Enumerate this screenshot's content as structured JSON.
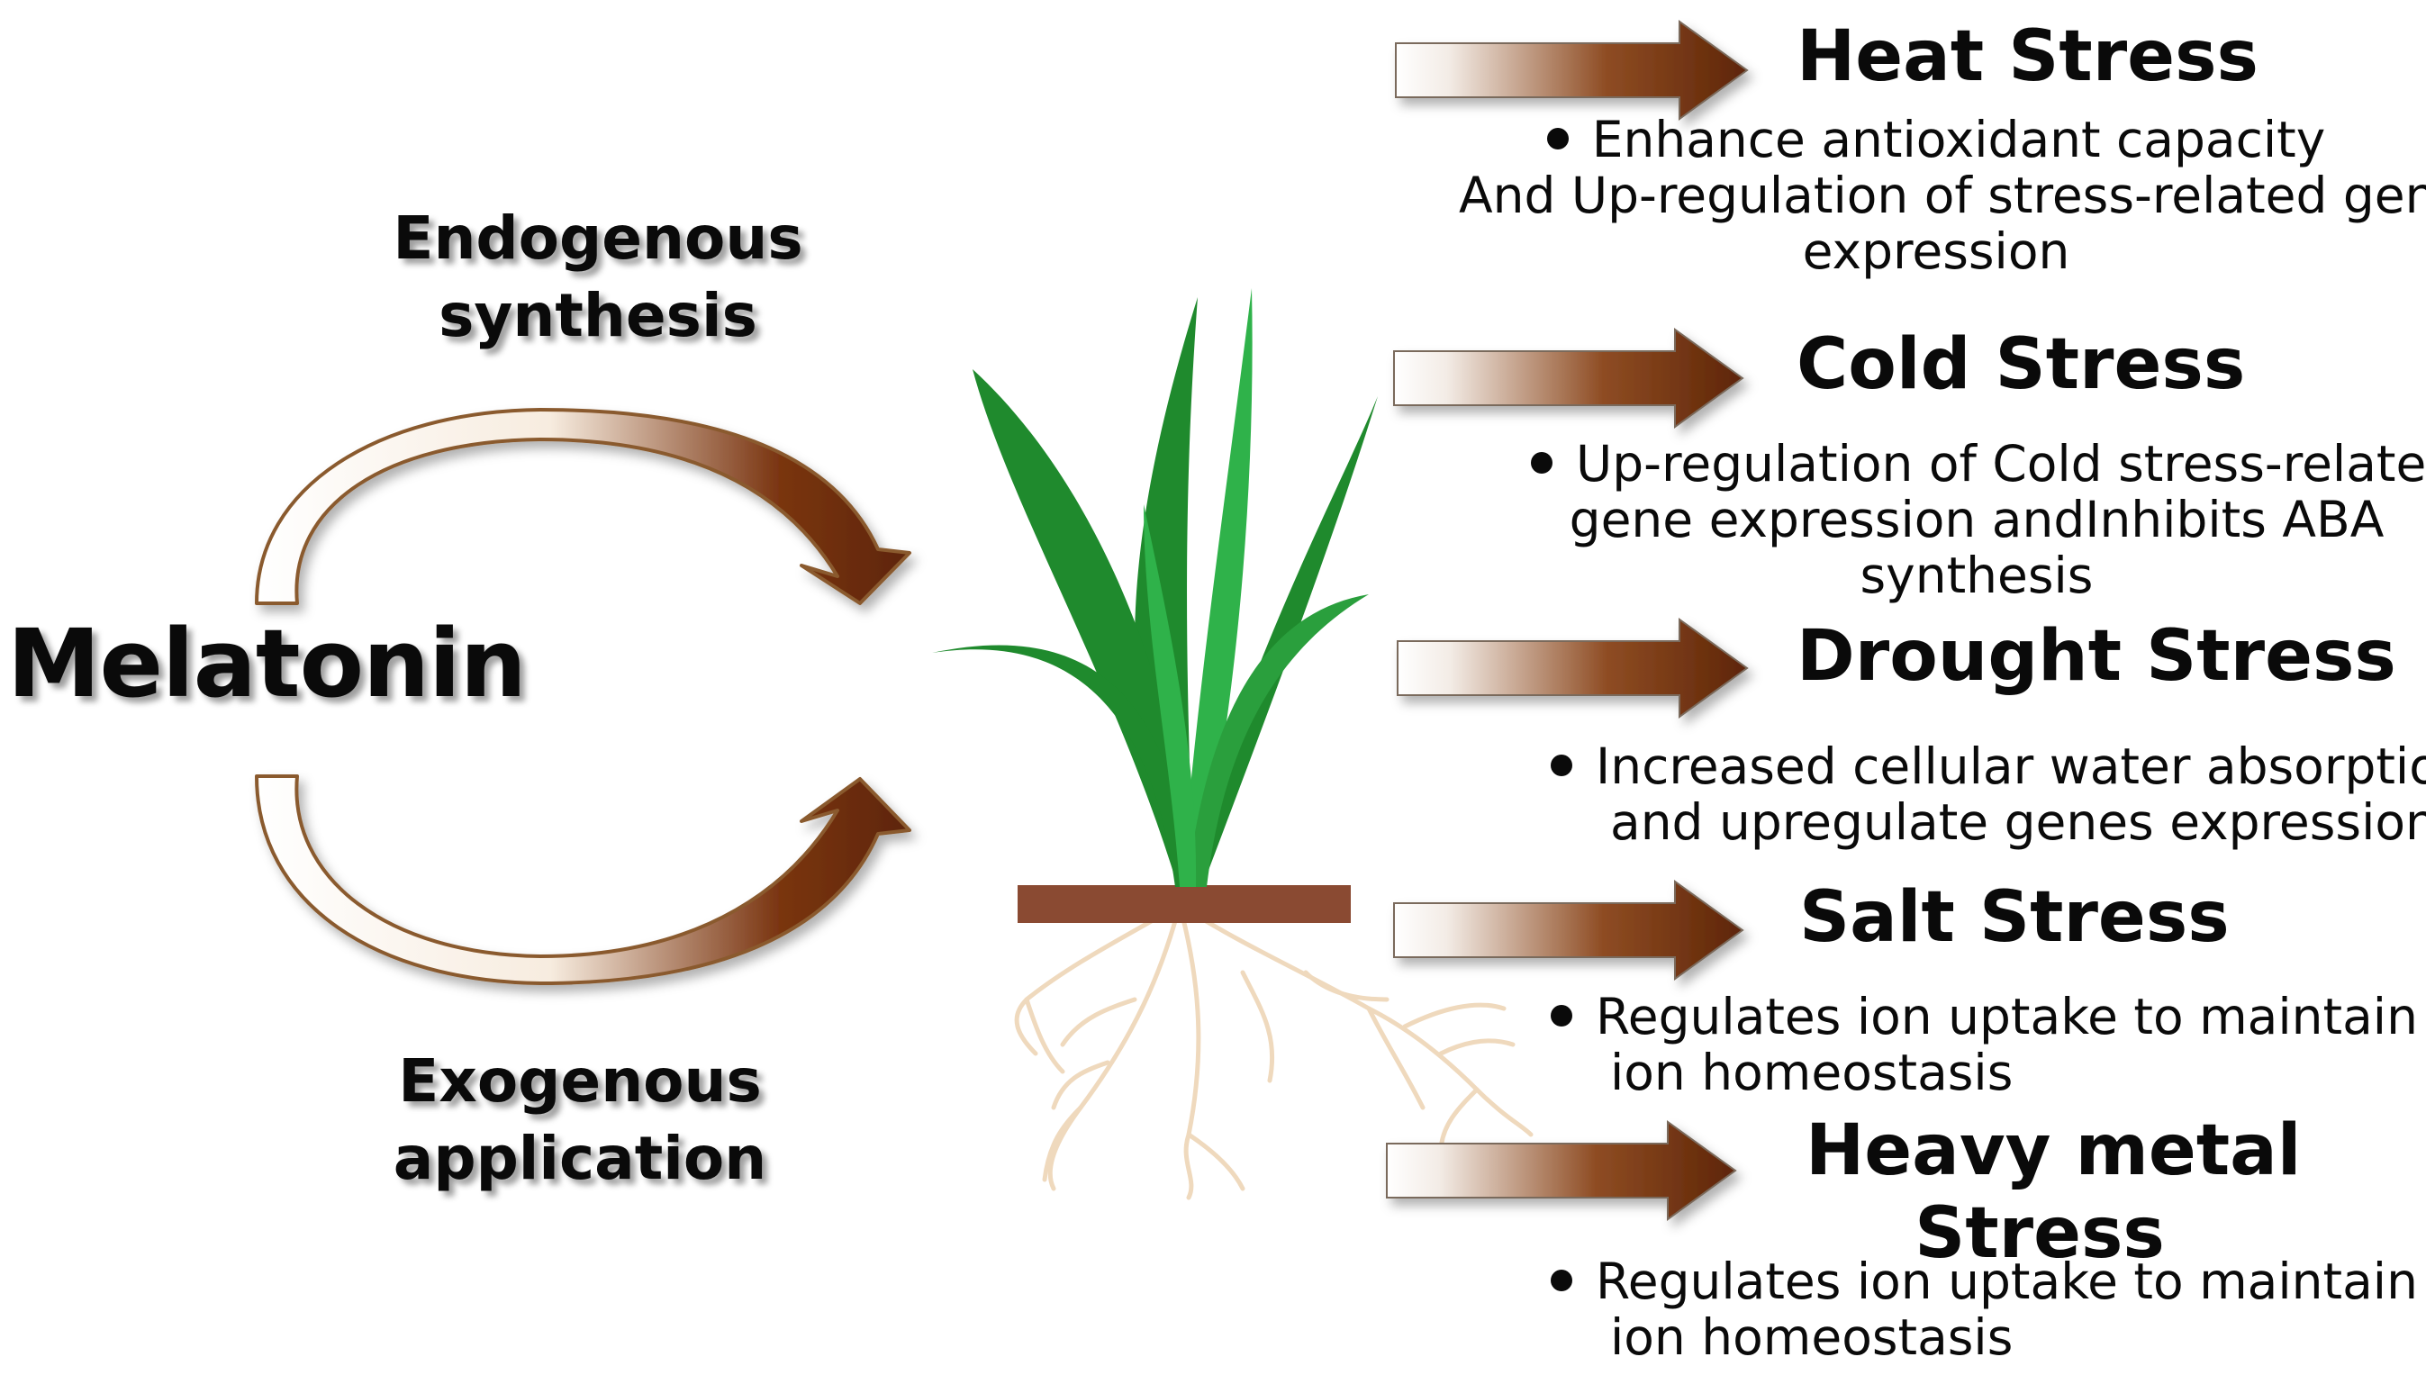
{
  "melatonin_label": "Melatonin",
  "endogenous": {
    "line1": "Endogenous",
    "line2": "synthesis"
  },
  "exogenous": {
    "line1": "Exogenous",
    "line2": "application"
  },
  "colors": {
    "arrow_brown": "#6b2d0b",
    "leaf_dark": "#1f8a2d",
    "leaf_light": "#2fb24a",
    "soil": "#8a4a32",
    "roots": "#efd9bd"
  },
  "stresses": [
    {
      "title": "Heat Stress",
      "effect": [
        "Enhance antioxidant capacity",
        "And Up-regulation of stress-related gene",
        "expression"
      ]
    },
    {
      "title": "Cold Stress",
      "effect": [
        "Up-regulation of Cold stress-related",
        "gene expression andInhibits ABA",
        "synthesis"
      ]
    },
    {
      "title": "Drought Stress",
      "effect": [
        "Increased cellular water absorption",
        "and upregulate genes expression"
      ]
    },
    {
      "title": "Salt Stress",
      "effect": [
        "Regulates ion uptake to maintain",
        "ion homeostasis"
      ]
    },
    {
      "title_line1": "Heavy metal",
      "title_line2": "Stress",
      "effect": [
        "Regulates ion uptake to maintain",
        "ion homeostasis"
      ]
    }
  ]
}
